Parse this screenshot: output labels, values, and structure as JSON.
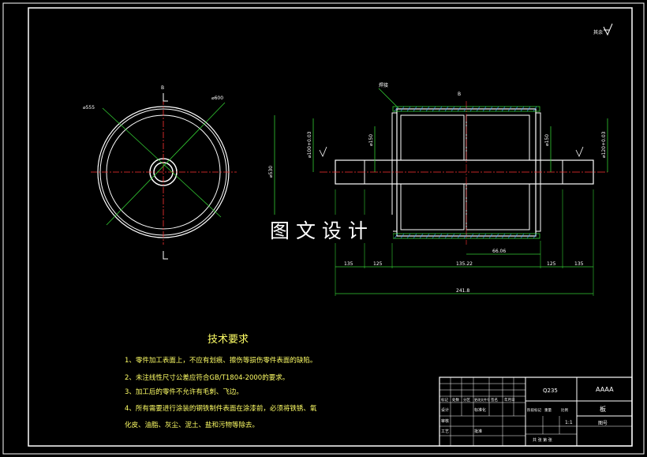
{
  "drawing": {
    "watermark": "图 文 设 计",
    "roughness_note": "其余",
    "left_view": {
      "dia_outer": "⌀600",
      "dia_inner": "⌀555",
      "section_mark": "B"
    },
    "front_view": {
      "weld_label": "焊接",
      "top_mark": "B",
      "dia_left_shaft": "⌀100+0.03",
      "dia_left_hub": "⌀150",
      "dia_body": "⌀530",
      "dia_right_hub": "⌀150",
      "dia_right_shaft": "⌀120+0.03",
      "dim_135_left": "135",
      "dim_125_left": "125",
      "dim_center": "135.22",
      "dim_6606": "66.06",
      "dim_125_right": "125",
      "dim_135_right": "135",
      "dim_total": "241.8"
    }
  },
  "tech": {
    "title": "技术要求",
    "items": [
      "1、零件加工表面上，不应有划痕、擦伤等损伤零件表面的缺陷。",
      "2、未注线性尺寸公差应符合GB/T1804-2000的要求。",
      "3、加工后的零件不允许有毛刺、飞边。",
      "4、所有需要进行涂装的钢铁制件表面在涂漆前，必须将铁锈、氧",
      "化皮、油脂、灰尘、泥土、盐和污物等除去。"
    ]
  },
  "title_block": {
    "material": "Q235",
    "company": "AAAA",
    "part_name": "板",
    "drawing_no": "图号",
    "scale": "1:1",
    "row_mark": "标记",
    "row_count": "处数",
    "row_zone": "分区",
    "row_change": "更改文件号",
    "row_sign": "签名",
    "row_date": "年月日",
    "design": "设计",
    "standard": "标准化",
    "stage_mark": "阶段标记",
    "weight": "重量",
    "ratio": "比例",
    "review": "审核",
    "process": "工艺",
    "approve": "批准",
    "sheets": "共 张 第 张"
  }
}
